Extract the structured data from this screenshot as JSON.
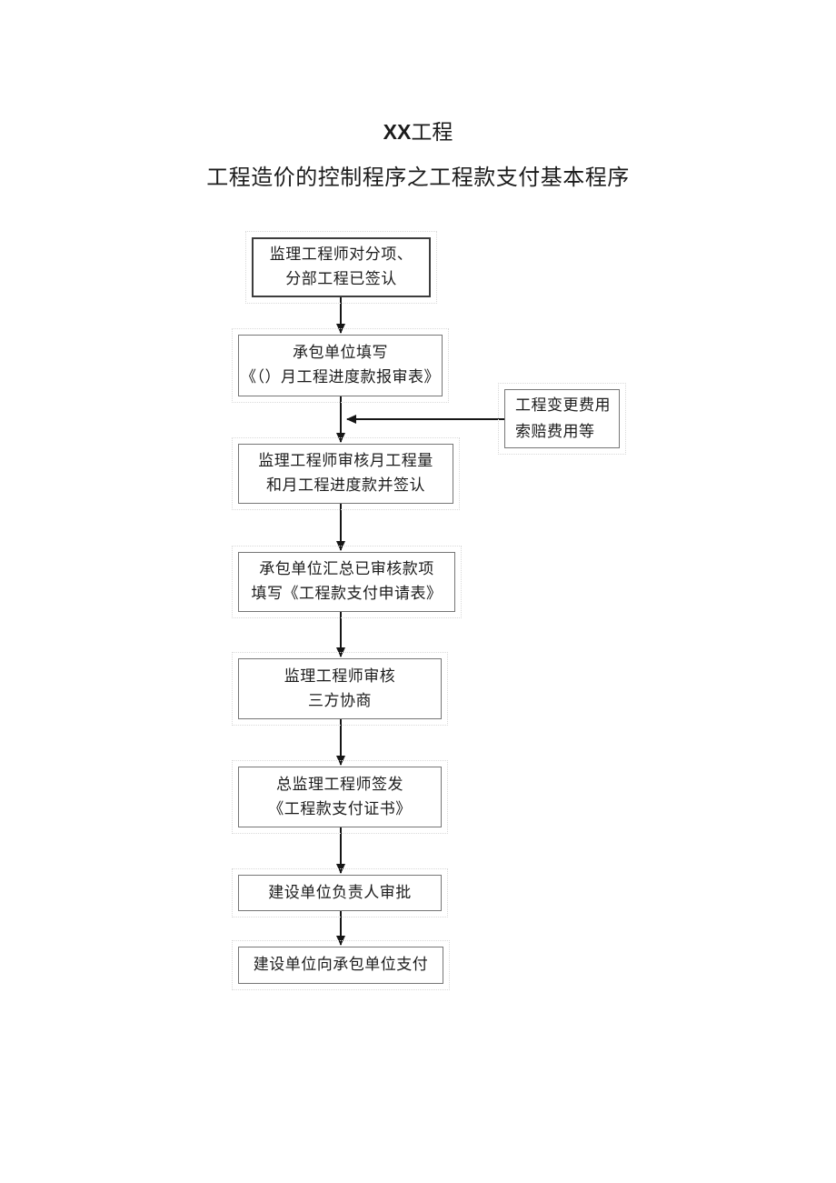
{
  "document": {
    "title_prefix": "XX",
    "title_suffix": "工程",
    "subtitle": "工程造价的控制程序之工程款支付基本程序"
  },
  "flowchart": {
    "nodes": [
      {
        "id": "supervisor-sign-confirmation",
        "lines": [
          "监理工程师对分项、",
          "分部工程已签认"
        ]
      },
      {
        "id": "contractor-fill-progress-report",
        "lines": [
          "承包单位填写",
          "《（）月工程进度款报审表》"
        ]
      },
      {
        "id": "supervisor-review-quantity",
        "lines": [
          "监理工程师审核月工程量",
          "和月工程进度款并签认"
        ]
      },
      {
        "id": "contractor-summarize-payment-application",
        "lines": [
          "承包单位汇总已审核款项",
          "填写《工程款支付申请表》"
        ]
      },
      {
        "id": "supervisor-review-negotiation",
        "lines": [
          "监理工程师审核",
          "三方协商"
        ]
      },
      {
        "id": "chief-supervisor-issue-certificate",
        "lines": [
          "总监理工程师签发",
          "《工程款支付证书》"
        ]
      },
      {
        "id": "owner-approval",
        "lines": [
          "建设单位负责人审批"
        ]
      },
      {
        "id": "owner-payment",
        "lines": [
          "建设单位向承包单位支付"
        ]
      }
    ],
    "side_node": {
      "id": "change-claim-costs",
      "lines": [
        "工程变更费用",
        "索赔费用等"
      ]
    },
    "colors": {
      "box_border": "#767676",
      "primary_box_border": "#3d3d3d",
      "arrow": "#161616",
      "text": "#1c1c1c",
      "page_background": "#ffffff"
    }
  }
}
